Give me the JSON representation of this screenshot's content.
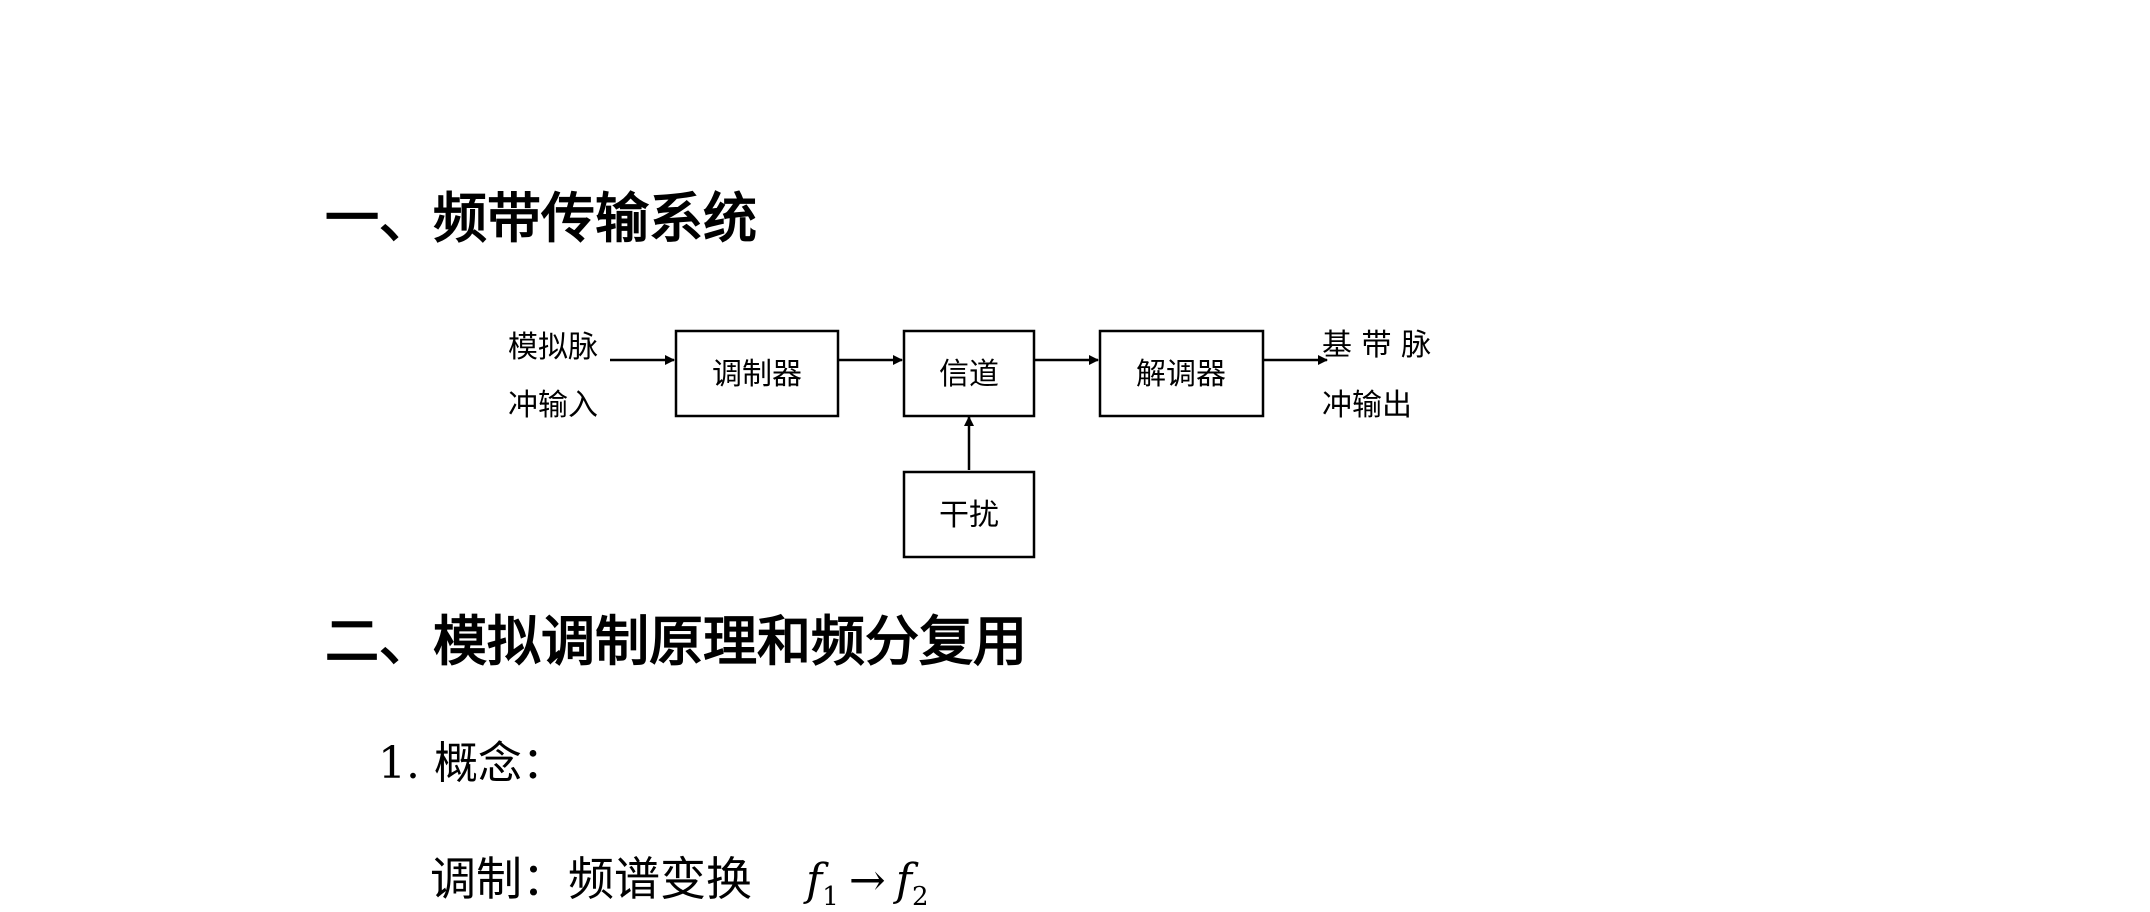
{
  "section1": {
    "heading": "一、频带传输系统"
  },
  "diagram": {
    "input_line1": "模拟脉",
    "input_line2": "冲输入",
    "modulator": "调制器",
    "channel": "信道",
    "demodulator": "解调器",
    "interference": "干扰",
    "output_line1": "基 带 脉",
    "output_line2": "冲输出"
  },
  "section2": {
    "heading": "二、模拟调制原理和频分复用",
    "concept_label": "1. 概念：",
    "modulation_label": "调制：频谱变换",
    "formula": {
      "from": "f",
      "from_sub": "1",
      "arrow": "→",
      "to": "f",
      "to_sub": "2"
    }
  }
}
